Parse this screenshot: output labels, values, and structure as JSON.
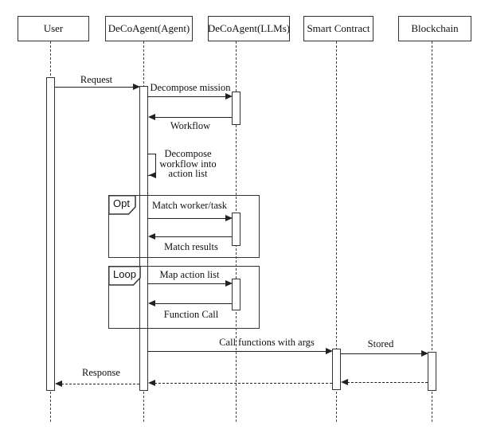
{
  "diagram": {
    "type": "uml-sequence-diagram",
    "colors": {
      "background": "#ffffff",
      "line": "#222222",
      "text": "#111111"
    },
    "actors": [
      {
        "label": "User"
      },
      {
        "label": "DeCoAgent(Agent)"
      },
      {
        "label": "DeCoAgent(LLMs)"
      },
      {
        "label": "Smart Contract"
      },
      {
        "label": "Blockchain"
      }
    ],
    "fragments": [
      {
        "label": "Opt"
      },
      {
        "label": "Loop"
      }
    ],
    "messages": [
      {
        "label": "Request",
        "from": "User",
        "to": "DeCoAgent(Agent)",
        "line": "solid"
      },
      {
        "label": "Decompose mission",
        "from": "DeCoAgent(Agent)",
        "to": "DeCoAgent(LLMs)",
        "line": "solid"
      },
      {
        "label": "Workflow",
        "from": "DeCoAgent(LLMs)",
        "to": "DeCoAgent(Agent)",
        "line": "solid"
      },
      {
        "label": "Decompose workflow into action list",
        "from": "DeCoAgent(Agent)",
        "to": "DeCoAgent(Agent)",
        "line": "solid",
        "self_message": true
      },
      {
        "label": "Match worker/task",
        "from": "DeCoAgent(Agent)",
        "to": "DeCoAgent(LLMs)",
        "line": "solid",
        "fragment": "Opt"
      },
      {
        "label": "Match results",
        "from": "DeCoAgent(LLMs)",
        "to": "DeCoAgent(Agent)",
        "line": "solid",
        "fragment": "Opt"
      },
      {
        "label": "Map action list",
        "from": "DeCoAgent(Agent)",
        "to": "DeCoAgent(LLMs)",
        "line": "solid",
        "fragment": "Loop"
      },
      {
        "label": "Function Call",
        "from": "DeCoAgent(LLMs)",
        "to": "DeCoAgent(Agent)",
        "line": "solid",
        "fragment": "Loop"
      },
      {
        "label": "Call functions with args",
        "from": "DeCoAgent(Agent)",
        "to": "Smart Contract",
        "line": "solid"
      },
      {
        "label": "Stored",
        "from": "Smart Contract",
        "to": "Blockchain",
        "line": "solid"
      },
      {
        "label": "",
        "from": "Blockchain",
        "to": "Smart Contract",
        "line": "dashed"
      },
      {
        "label": "",
        "from": "Smart Contract",
        "to": "DeCoAgent(Agent)",
        "line": "dashed"
      },
      {
        "label": "Response",
        "from": "DeCoAgent(Agent)",
        "to": "User",
        "line": "dashed"
      }
    ]
  }
}
